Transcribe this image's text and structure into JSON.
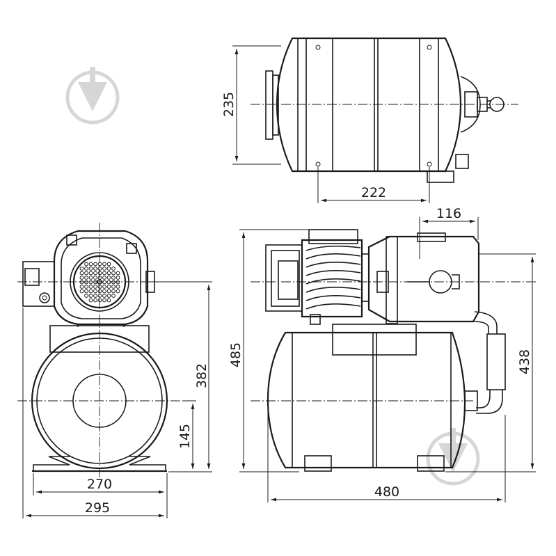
{
  "dimensions": {
    "top_height": "235",
    "top_width": "222",
    "flange_width": "116",
    "total_height": "485",
    "outlet_height": "438",
    "total_length": "480",
    "side_height": "382",
    "axis_height": "145",
    "base_inner": "270",
    "base_outer": "295"
  },
  "colors": {
    "line": "#1a1a1a",
    "watermark": "#d6d6d6"
  },
  "icons": [
    "watermark-logo-icon"
  ]
}
